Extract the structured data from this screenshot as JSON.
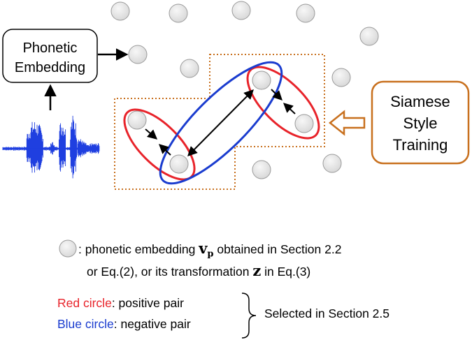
{
  "phonetic_box": {
    "line1": "Phonetic",
    "line2": "Embedding"
  },
  "siamese_box": {
    "line1": "Siamese",
    "line2": "Style",
    "line3": "Training"
  },
  "legend": {
    "circle_desc_1": ": phonetic embedding ",
    "vp_symbol": "v",
    "vp_subscript": "p",
    "circle_desc_2": " obtained in Section 2.2",
    "line2_prefix": "or Eq.(2), or its transformation ",
    "z_symbol": "z",
    "line2_suffix": " in Eq.(3)",
    "red_label": "Red circle",
    "red_desc": ": positive pair",
    "blue_label": "Blue circle",
    "blue_desc": ": negative pair",
    "selected_text": "Selected in Section 2.5"
  },
  "colors": {
    "red": "#e8232a",
    "blue": "#1a3ccf",
    "orange": "#c8701e",
    "waveform": "#1f3fe0",
    "node_fill": "#e4e4e4",
    "node_stroke": "#9a9a9a"
  }
}
